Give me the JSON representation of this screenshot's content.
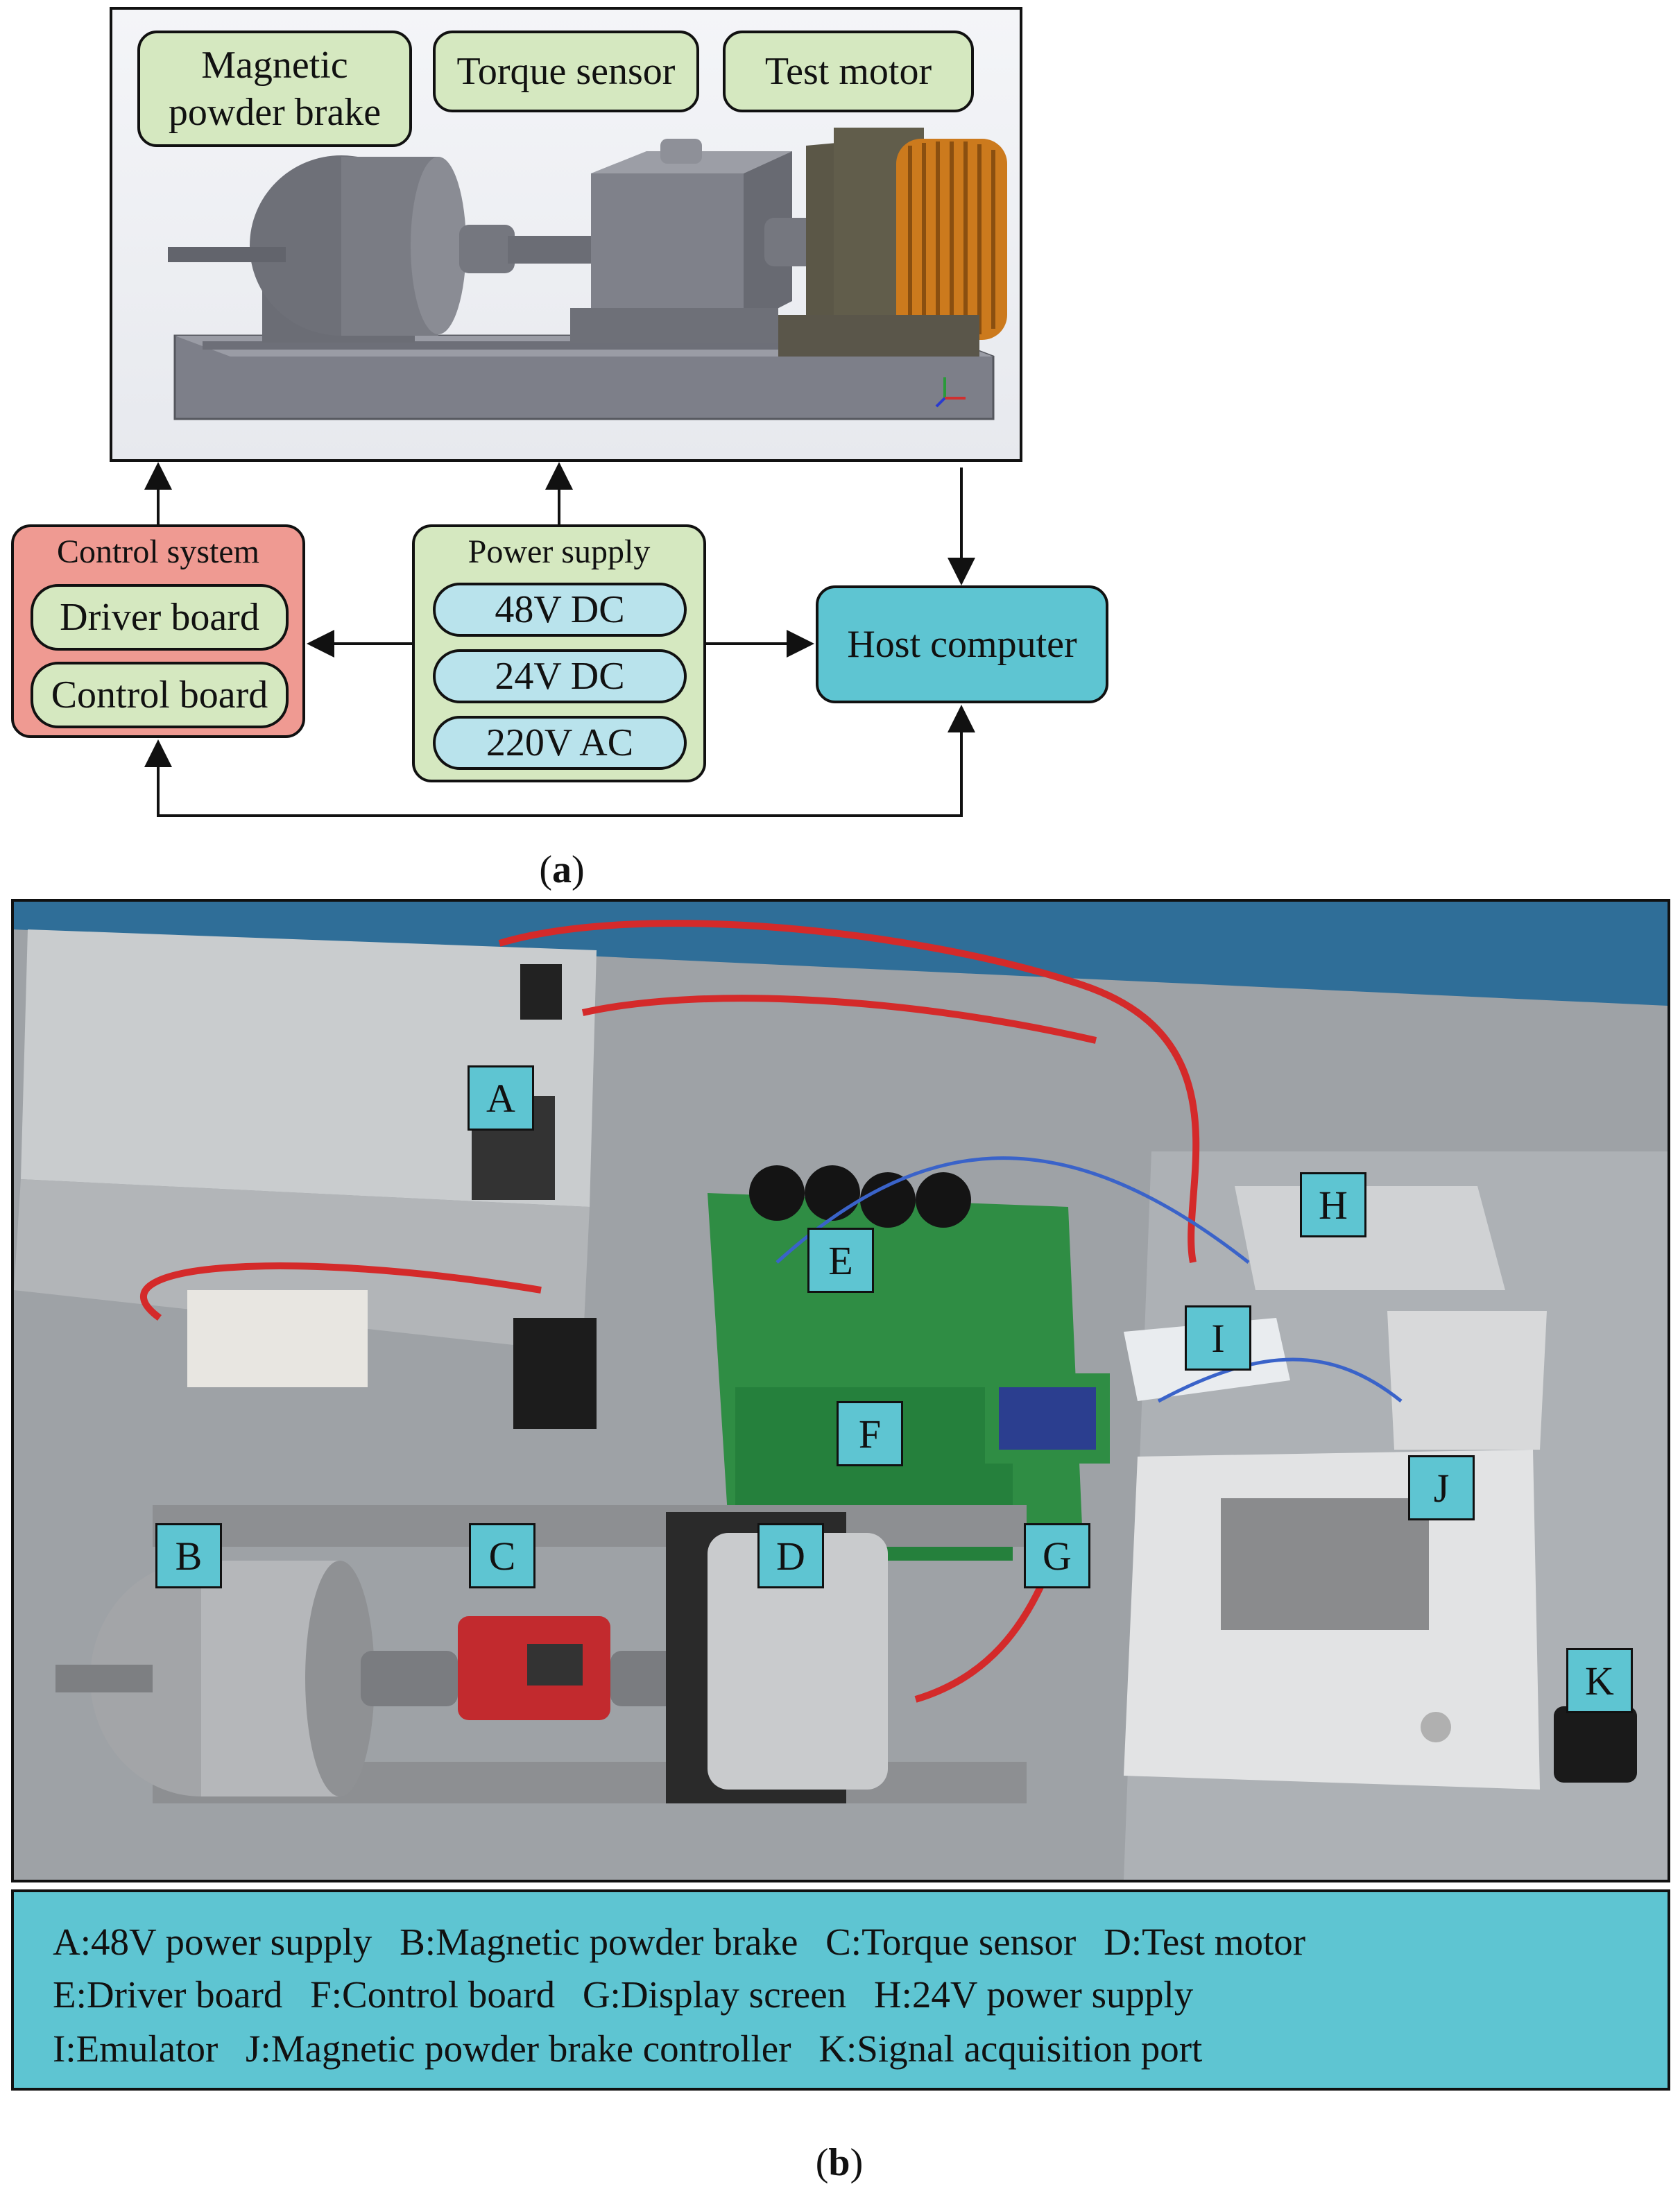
{
  "panel_a": {
    "caption_open": "(",
    "caption_letter": "a",
    "caption_close": ")",
    "components": {
      "brake_line1": "Magnetic",
      "brake_line2": "powder brake",
      "torque": "Torque sensor",
      "motor": "Test motor"
    },
    "control_system": {
      "title": "Control system",
      "driver": "Driver board",
      "control": "Control board"
    },
    "power_supply": {
      "title": "Power supply",
      "v48": "48V DC",
      "v24": "24V DC",
      "v220": "220V AC"
    },
    "host": "Host computer"
  },
  "panel_b": {
    "caption_open": "(",
    "caption_letter": "b",
    "caption_close": ")",
    "markers": [
      "A",
      "B",
      "C",
      "D",
      "E",
      "F",
      "G",
      "H",
      "I",
      "J",
      "K"
    ],
    "legend": [
      [
        "A:48V power supply",
        "B:Magnetic powder brake",
        "C:Torque sensor",
        "D:Test motor"
      ],
      [
        "E:Driver board",
        "F:Control board",
        "G:Display screen",
        "H:24V power supply"
      ],
      [
        "I:Emulator",
        "J:Magnetic powder brake controller",
        "K:Signal acquisition port"
      ]
    ]
  },
  "colors": {
    "component_green": "#d5e8c0",
    "control_red": "#ef9a92",
    "voltage_blue": "#b9e3ec",
    "host_teal": "#5ec5d2"
  }
}
